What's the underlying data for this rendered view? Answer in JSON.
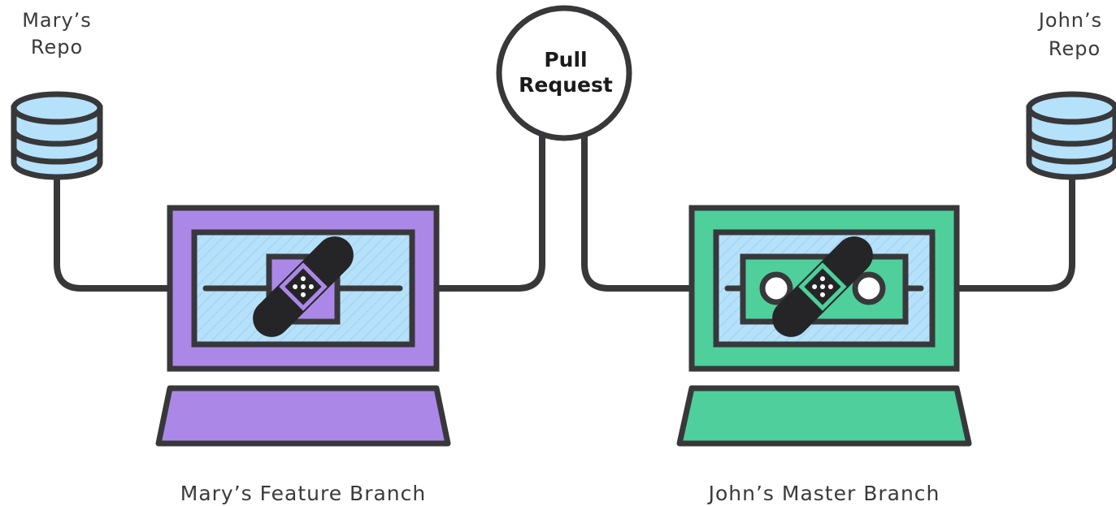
{
  "repos": {
    "mary": {
      "line1": "Mary’s",
      "line2": "Repo"
    },
    "john": {
      "line1": "John’s",
      "line2": "Repo"
    }
  },
  "pull_request": {
    "line1": "Pull",
    "line2": "Request"
  },
  "branches": {
    "mary": {
      "label": "Mary’s Feature Branch",
      "color": "#ab88e8"
    },
    "john": {
      "label": "John’s Master Branch",
      "color": "#4ecf9c"
    }
  },
  "colors": {
    "stroke": "#38383a",
    "screen": "#b6e1fb",
    "db_fill": "#b6e1fb",
    "bandage": "#252527"
  },
  "icons": [
    "database-icon",
    "laptop-icon",
    "bandage-icon",
    "pull-request-circle"
  ]
}
